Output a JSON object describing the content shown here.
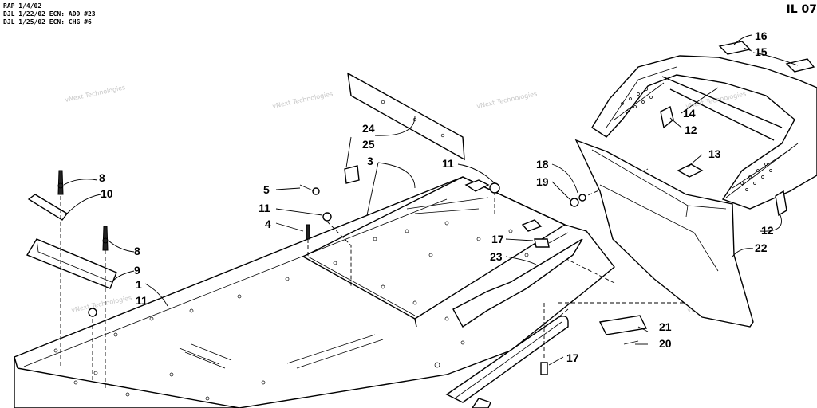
{
  "revision_notes": [
    "RAP 1/4/02",
    "DJL 1/22/02 ECN: ADD #23",
    "DJL 1/25/02 ECN: CHG #6"
  ],
  "page_id": "IL 07",
  "watermark": "vNext Technologies",
  "callouts": {
    "c1": "1",
    "c3": "3",
    "c4": "4",
    "c5": "5",
    "c8a": "8",
    "c8b": "8",
    "c9": "9",
    "c10": "10",
    "c11a": "11",
    "c11b": "11",
    "c11c": "11",
    "c12a": "12",
    "c12b": "12",
    "c13": "13",
    "c14": "14",
    "c15": "15",
    "c16": "16",
    "c17a": "17",
    "c17b": "17",
    "c18": "18",
    "c19": "19",
    "c20": "20",
    "c21": "21",
    "c22": "22",
    "c23": "23",
    "c24": "24",
    "c25": "25"
  }
}
